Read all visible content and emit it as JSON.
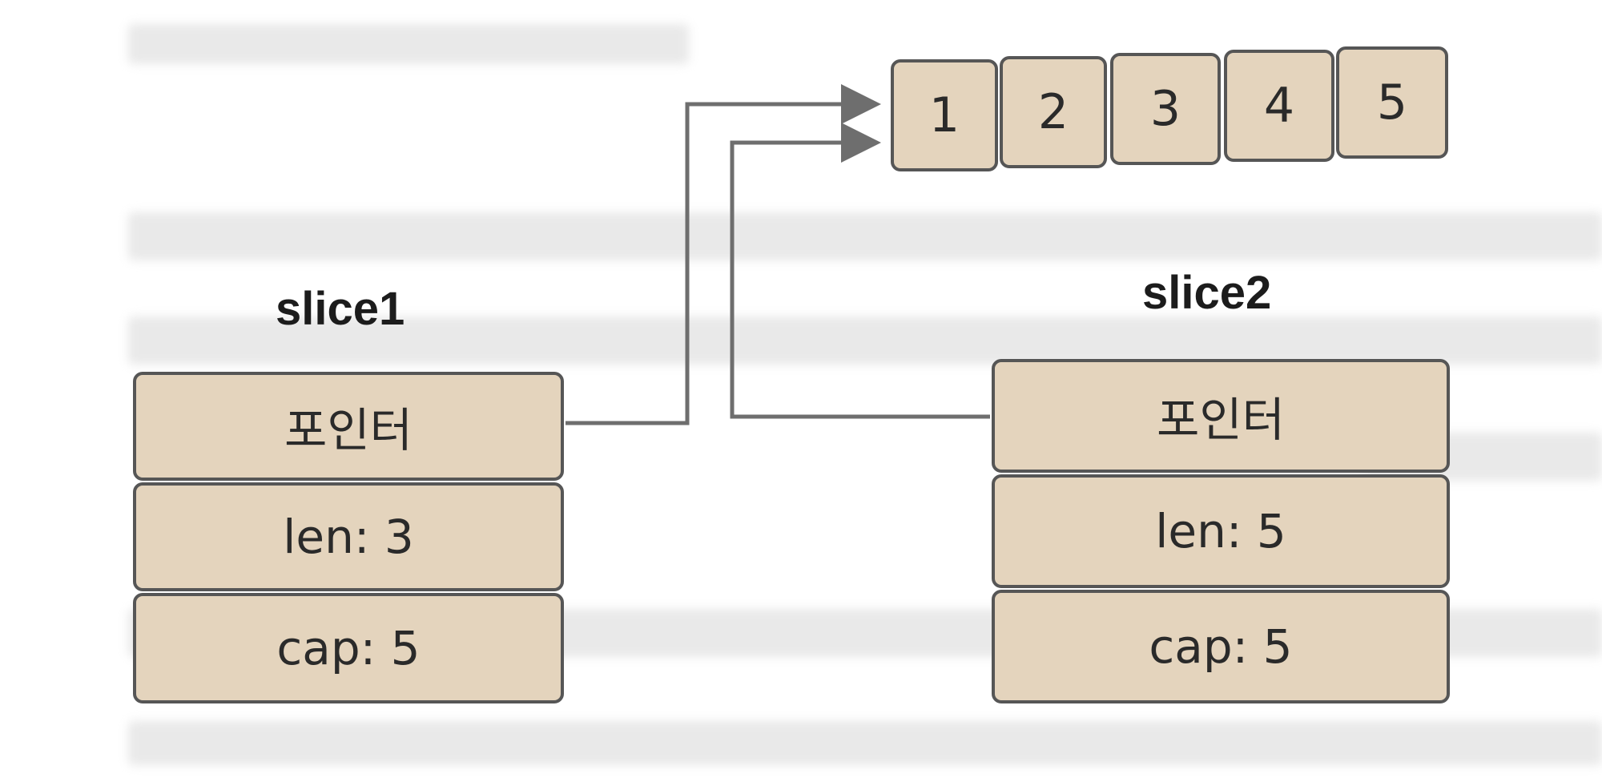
{
  "array": {
    "elements": [
      "1",
      "2",
      "3",
      "4",
      "5"
    ]
  },
  "slice1": {
    "name": "slice1",
    "pointer_label": "포인터",
    "len_label": "len: 3",
    "cap_label": "cap: 5"
  },
  "slice2": {
    "name": "slice2",
    "pointer_label": "포인터",
    "len_label": "len: 5",
    "cap_label": "cap: 5"
  },
  "colors": {
    "box_fill": "#e4d4bd",
    "box_border": "#565656",
    "arrow": "#6e6e6e"
  }
}
